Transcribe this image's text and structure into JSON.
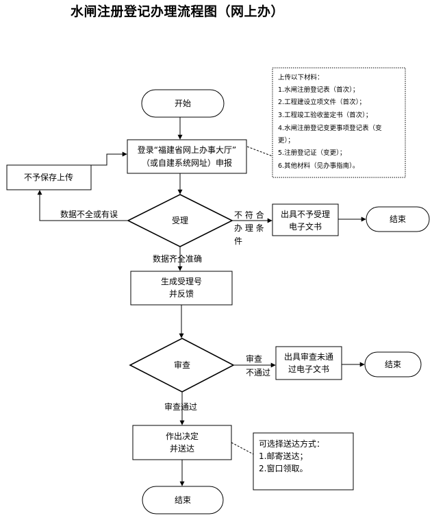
{
  "title": "水闸注册登记办理流程图（网上办）",
  "nodes": {
    "start": "开始",
    "login_line1": "登录“福建省网上办事大厅”",
    "login_line2": "（或自建系统网址）申报",
    "no_save": "不予保存上传",
    "accept": "受理",
    "reject_doc_line1": "出具不予受理",
    "reject_doc_line2": "电子文书",
    "end1": "结束",
    "gen_line1": "生成受理号",
    "gen_line2": "并反馈",
    "review": "审查",
    "review_fail_doc_line1": "出具审查未通",
    "review_fail_doc_line2": "过电子文书",
    "end2": "结束",
    "decide_line1": "作出决定",
    "decide_line2": "并送达",
    "end3": "结束"
  },
  "edges": {
    "incomplete": "数据不全或有误",
    "noncompliant_line1": "不 符 合",
    "noncompliant_line2": "办 理 条",
    "noncompliant_line3": "件",
    "complete": "数据齐全准确",
    "review_fail_line1": "审查",
    "review_fail_line2": "不通过",
    "review_pass": "审查通过"
  },
  "materials_note": {
    "header": "上传以下材料：",
    "items": [
      "1.水闸注册登记表（首次）；",
      "2.工程建设立项文件（首次）；",
      "3.工程竣工验收鉴定书（首次）；",
      "4.水闸注册登记变更事项登记表（变",
      "更）；",
      "5.注册登记证（变更）；",
      "6.其他材料（见办事指南）。"
    ]
  },
  "delivery_note": {
    "header": "可选择送达方式：",
    "items": [
      "1.邮寄送达；",
      "2.窗口领取。"
    ]
  }
}
